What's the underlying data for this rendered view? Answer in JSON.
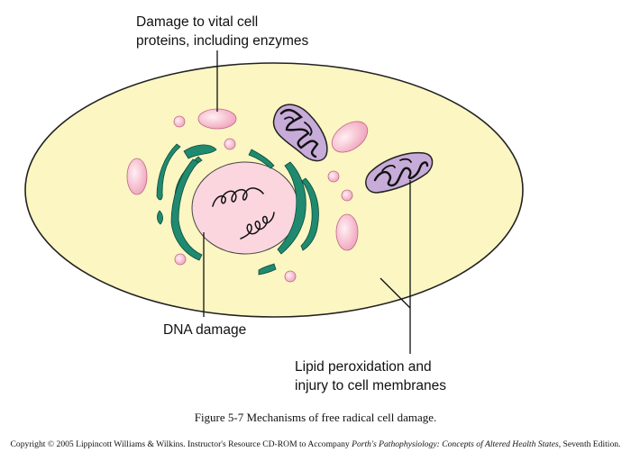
{
  "labels": {
    "protein_damage": [
      "Damage to vital cell",
      "proteins, including enzymes"
    ],
    "dna_damage": "DNA damage",
    "lipid_peroxidation": [
      "Lipid peroxidation and",
      "injury to cell membranes"
    ]
  },
  "caption": "Figure 5-7 Mechanisms of free radical cell damage.",
  "copyright": {
    "prefix": "Copyright © 2005 Lippincott Williams & Wilkins.  Instructor's Resource CD-ROM to Accompany ",
    "title": "Porth's Pathophysiology: Concepts of Altered Health States",
    "suffix": ", Seventh Edition."
  },
  "colors": {
    "cytoplasm": "#fbf6c2",
    "nucleus": "#fbd6df",
    "vesicle": "#f0a3bc",
    "endoplasmic_reticulum": "#1f8a6f",
    "mitochondrion": "#c7abd8"
  }
}
